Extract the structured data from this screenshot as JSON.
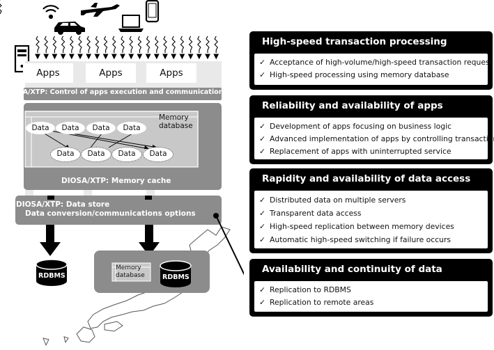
{
  "left": {
    "apps": [
      "Apps",
      "Apps",
      "Apps"
    ],
    "control_bar": "DIOSA/XTP: Control of apps execution and communication",
    "memory_db_label": "Memory\ndatabase",
    "data_top": [
      "Data",
      "Data",
      "Data",
      "Data"
    ],
    "data_bottom": [
      "Data",
      "Data",
      "Data",
      "Data"
    ],
    "memory_cache": "DIOSA/XTP: Memory cache",
    "data_store_line1": "DIOSA/XTP: Data store",
    "data_store_line2": "Data conversion/communications options",
    "rdbms_left": "RDBMS",
    "rdbms_right": "RDBMS",
    "memory_db_small": "Memory\ndatabase"
  },
  "panels": [
    {
      "title": "High-speed transaction processing",
      "items": [
        "Acceptance of high-volume/high-speed transaction request",
        "High-speed processing using memory database"
      ]
    },
    {
      "title": "Reliability and availability of apps",
      "items": [
        "Development of apps focusing on business logic",
        "Advanced implementation of apps by controlling transactions",
        "Replacement of apps with uninterrupted service"
      ]
    },
    {
      "title": "Rapidity and availability of data access",
      "items": [
        "Distributed data on multiple servers",
        "Transparent data access",
        "High-speed replication between memory devices",
        "Automatic high-speed switching if failure occurs"
      ]
    },
    {
      "title": "Availability and continuity of data",
      "items": [
        "Replication to RDBMS",
        "Replication to remote areas"
      ]
    }
  ],
  "check_glyph": "✓",
  "icons": [
    "wifi-icon",
    "airplane-icon",
    "car-icon",
    "laptop-icon",
    "smartphone-icon",
    "server-icon",
    "database-cylinder-icon",
    "japan-map-icon"
  ]
}
